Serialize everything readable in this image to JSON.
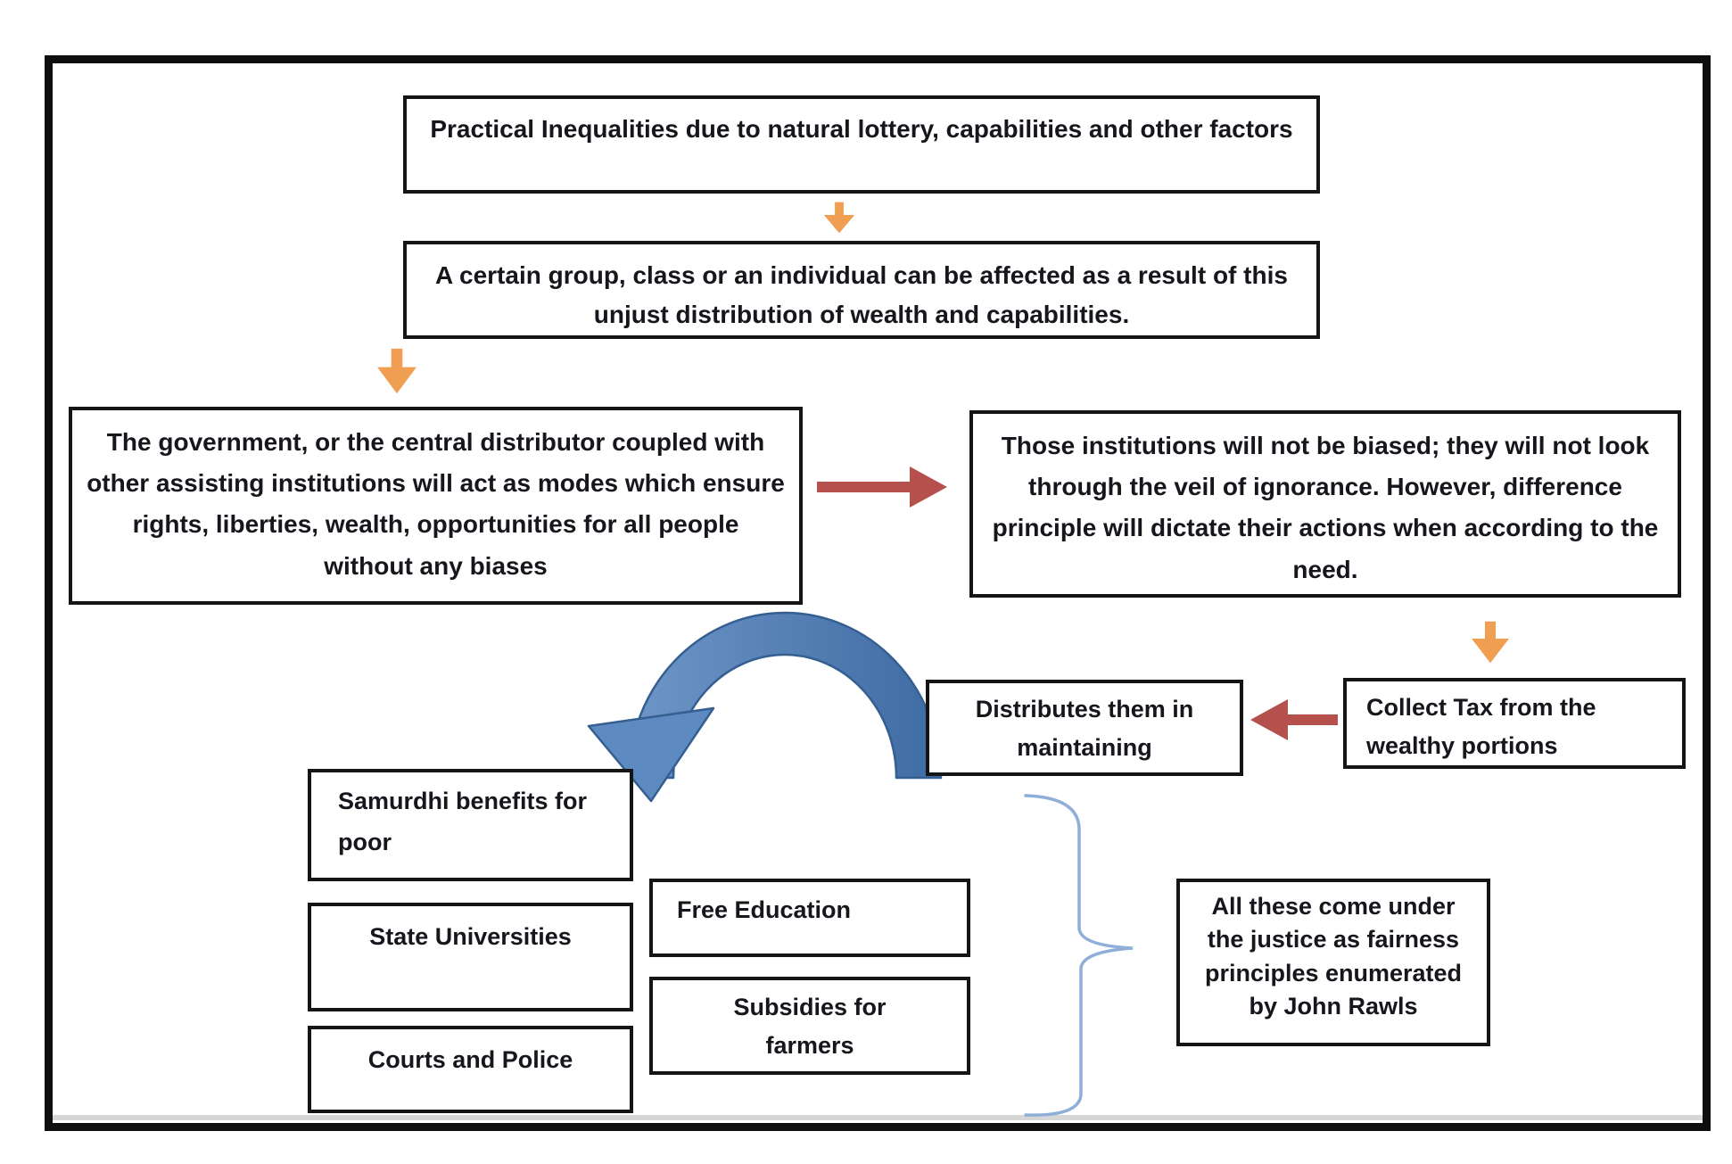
{
  "boxes": {
    "practical": "Practical Inequalities due to natural lottery, capabilities and other factors",
    "affected": "A certain group, class or an individual can be affected as a result of this unjust distribution of wealth and capabilities.",
    "government": "The government, or the central distributor coupled with other assisting institutions will act as modes which ensure rights, liberties, wealth, opportunities for all people without any biases",
    "institutions": "Those institutions will not be biased; they will not look through the veil of ignorance. However, difference principle will dictate their actions when according to the need.",
    "distributes": "Distributes them in maintaining",
    "collect_tax": "Collect Tax from the wealthy portions",
    "samurdhi": "Samurdhi benefits for poor",
    "state_universities": "State Universities",
    "courts_police": "Courts and Police",
    "free_education": "Free Education",
    "subsidies_farmers": "Subsidies for farmers",
    "justice_fairness": "All these come under the justice as fairness principles enumerated by John Rawls"
  },
  "colors": {
    "arrow_orange": "#EF9E52",
    "arrow_red": "#B5504C",
    "curved_arrow_light": "#6E96C8",
    "curved_arrow_dark": "#3E6BA3",
    "curved_arrow_head": "#5E8AC2",
    "brace_blue": "#8FAFD9",
    "box_border": "#151515",
    "frame_border": "#0E0E0E",
    "text": "#16161D"
  }
}
